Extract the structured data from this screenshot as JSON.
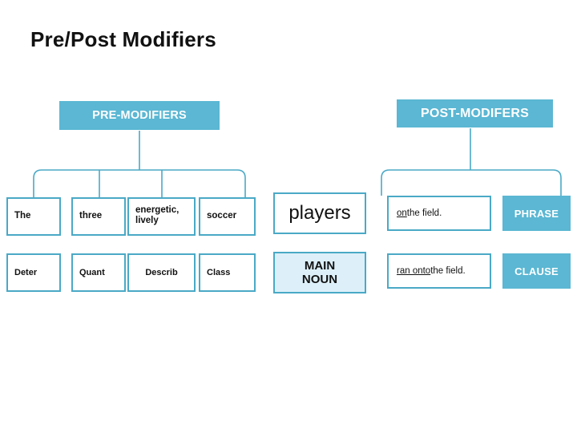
{
  "title": "Pre/Post Modifiers",
  "colors": {
    "accent": "#5bb7d3",
    "border": "#4aa9c6",
    "main_noun_fill": "#ddf0f9",
    "text": "#111111"
  },
  "headers": {
    "pre": "PRE-MODIFIERS",
    "post": "POST-MODIFERS"
  },
  "pre_modifiers": {
    "words": [
      {
        "word": "The",
        "label": "Deter"
      },
      {
        "word": "three",
        "label": "Quant"
      },
      {
        "word": "energetic, lively",
        "label": "Describ"
      },
      {
        "word": "soccer",
        "label": "Class"
      }
    ]
  },
  "main_noun": {
    "word": "players",
    "label_line1": "MAIN",
    "label_line2": "NOUN"
  },
  "post_modifiers": {
    "rows": [
      {
        "underlined": "on",
        "rest": " the field.",
        "tag": "PHRASE"
      },
      {
        "underlined": "ran onto",
        "rest": " the field.",
        "tag": "CLAUSE"
      }
    ]
  }
}
